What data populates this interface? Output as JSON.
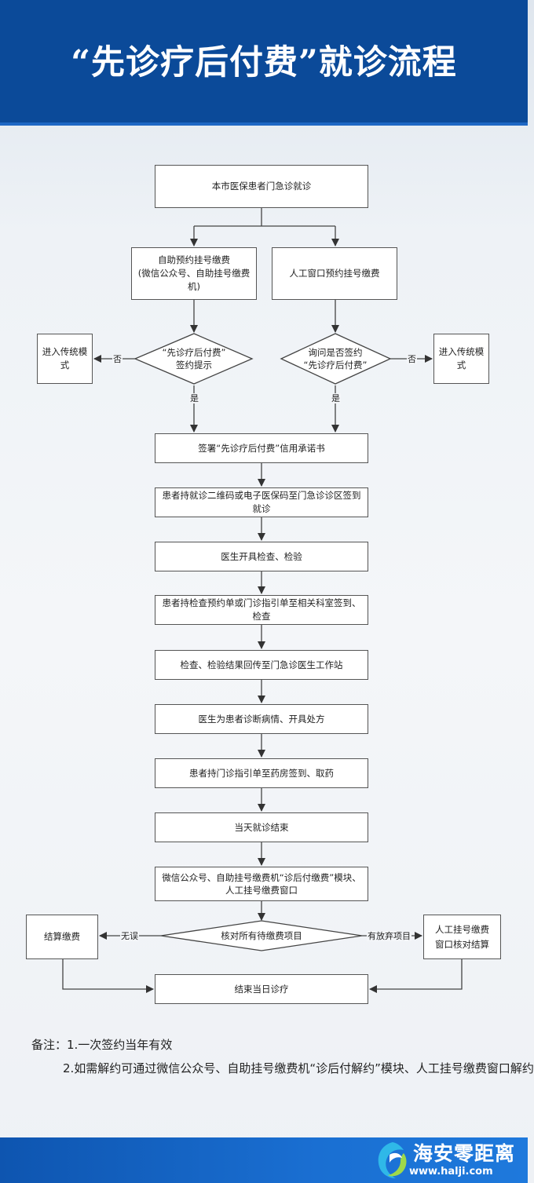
{
  "header": {
    "title": "“先诊疗后付费”就诊流程"
  },
  "flow": {
    "start": "本市医保患者门急诊就诊",
    "self_service": [
      "自助预约挂号缴费",
      "(微信公众号、自助挂号缴费机)"
    ],
    "manual_window": "人工窗口预约挂号缴费",
    "decision_left": [
      "“先诊疗后付费”",
      "签约提示"
    ],
    "decision_right": [
      "询问是否签约",
      "“先诊疗后付费”"
    ],
    "traditional_left": "进入传统模式",
    "traditional_right": "进入传统模式",
    "label_no_left": "否",
    "label_no_right": "否",
    "label_yes_left": "是",
    "label_yes_right": "是",
    "steps": [
      "签署“先诊疗后付费”信用承诺书",
      "患者持就诊二维码或电子医保码至门急诊诊区签到就诊",
      "医生开具检查、检验",
      "患者持检查预约单或门诊指引单至相关科室签到、检查",
      "检查、检验结果回传至门急诊医生工作站",
      "医生为患者诊断病情、开具处方",
      "患者持门诊指引单至药房签到、取药",
      "当天就诊结束"
    ],
    "channels": [
      "微信公众号、自助挂号缴费机“诊后付缴费”模块、",
      "人工挂号缴费窗口"
    ],
    "decision_check": "核对所有待缴费项目",
    "label_ok": "无误",
    "label_abandon": "有放弃项目",
    "settle": "结算缴费",
    "manual_settle": [
      "人工挂号缴费",
      "窗口核对结算"
    ],
    "end": "结束当日诊疗"
  },
  "notes": {
    "line1": "备注：1.一次签约当年有效",
    "line2": "2.如需解约可通过微信公众号、自助挂号缴费机“诊后付解约”模块、人工挂号缴费窗口解约"
  },
  "footer": {
    "brand": "海安零距离",
    "url": "www.halji.com"
  },
  "colors": {
    "header_bg": "#0b4a99",
    "footer_bg": "#1a6fd2",
    "box_border": "#555555"
  }
}
